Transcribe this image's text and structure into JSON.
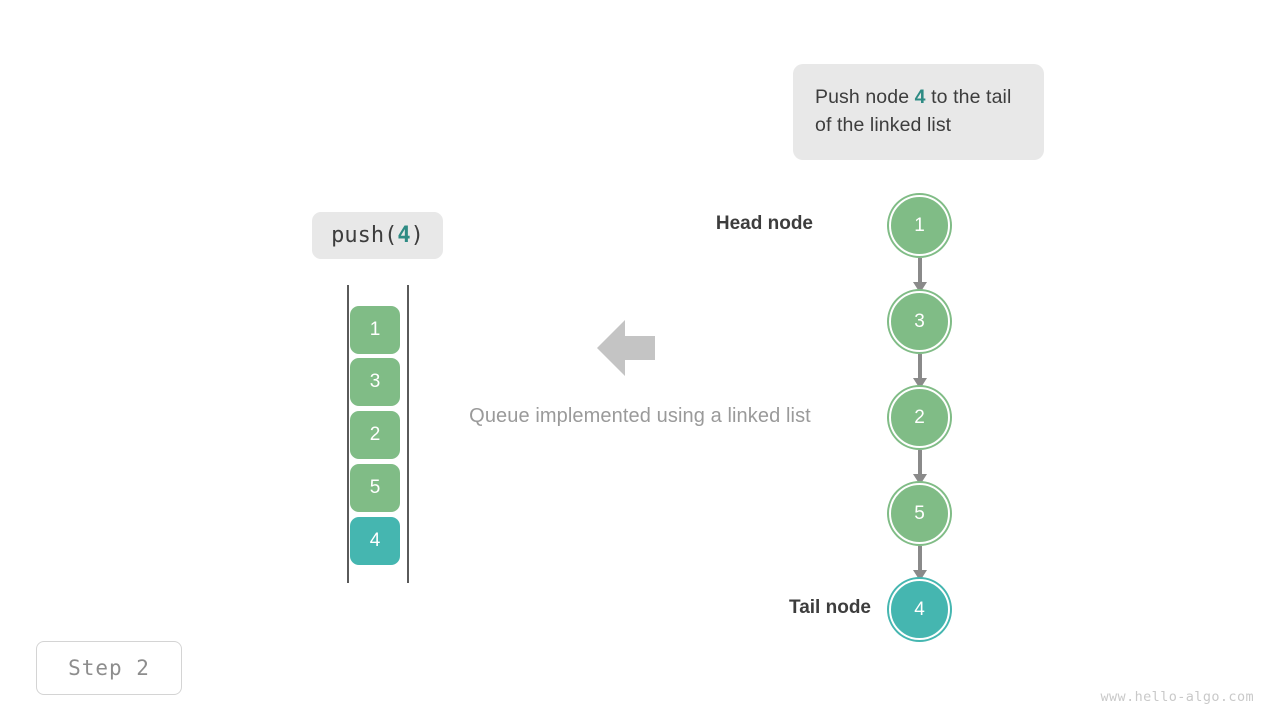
{
  "callout": {
    "text_before": "Push node ",
    "accent": "4",
    "text_after": " to the tail of the linked list"
  },
  "operation_label": {
    "prefix": "push(",
    "accent": "4",
    "suffix": ")"
  },
  "array_view": {
    "cells": [
      {
        "value": "1",
        "color": "green"
      },
      {
        "value": "3",
        "color": "green"
      },
      {
        "value": "2",
        "color": "green"
      },
      {
        "value": "5",
        "color": "green"
      },
      {
        "value": "4",
        "color": "teal"
      }
    ]
  },
  "caption": "Queue implemented using a linked list",
  "linked_list": {
    "head_label": "Head node",
    "tail_label": "Tail node",
    "nodes": [
      {
        "value": "1",
        "color": "green"
      },
      {
        "value": "3",
        "color": "green"
      },
      {
        "value": "2",
        "color": "green"
      },
      {
        "value": "5",
        "color": "green"
      },
      {
        "value": "4",
        "color": "teal"
      }
    ]
  },
  "step_badge": "Step 2",
  "watermark": "www.hello-algo.com",
  "colors": {
    "green": "#80bc86",
    "teal": "#45b6b0",
    "accent_text": "#2e8b84",
    "box_background": "#e8e8e8",
    "arrow_gray": "#8a8a8a",
    "big_arrow_gray": "#c4c4c4",
    "caption_gray": "#9a9a9a"
  }
}
